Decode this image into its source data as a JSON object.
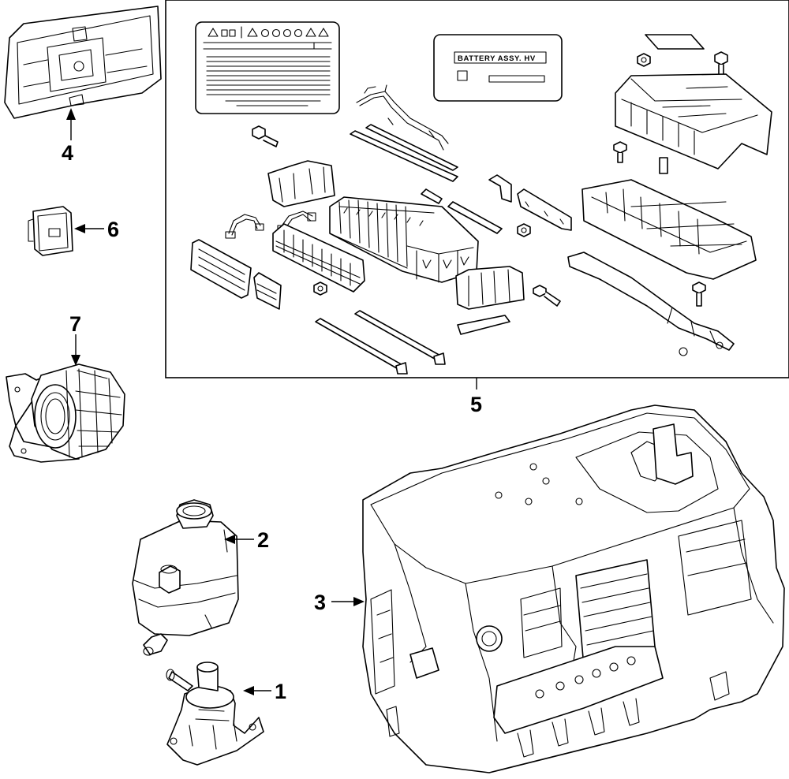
{
  "callouts": {
    "c1": "1",
    "c2": "2",
    "c3": "3",
    "c4": "4",
    "c5": "5",
    "c6": "6",
    "c7": "7"
  },
  "labels": {
    "battery_assy": "BATTERY ASSY. HV"
  },
  "colors": {
    "line": "#000000",
    "background": "#ffffff"
  }
}
